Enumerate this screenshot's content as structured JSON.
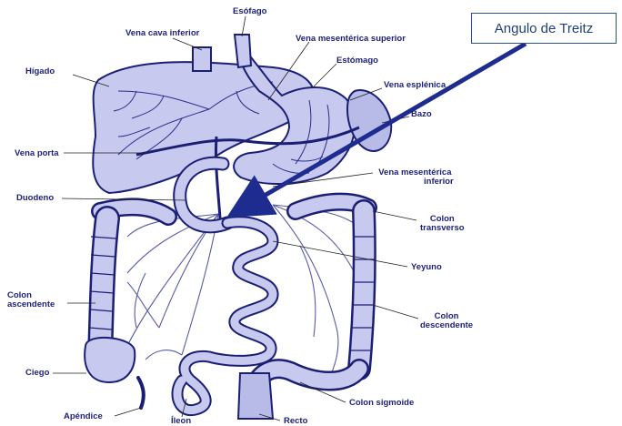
{
  "diagram": {
    "labels": {
      "esofago": "Esófago",
      "vena_cava_inferior": "Vena cava inferior",
      "vena_mesenterica_superior": "Vena mesentérica superior",
      "higado": "Hígado",
      "estomago": "Estómago",
      "vena_esplenica": "Vena esplénica",
      "bazo": "Bazo",
      "vena_porta": "Vena porta",
      "vena_mesenterica_inferior_1": "Vena mesentérica",
      "vena_mesenterica_inferior_2": "inferior",
      "duodeno": "Duodeno",
      "colon_transverso_1": "Colon",
      "colon_transverso_2": "transverso",
      "yeyuno": "Yeyuno",
      "colon_ascendente_1": "Colon",
      "colon_ascendente_2": "ascendente",
      "colon_descendente_1": "Colon",
      "colon_descendente_2": "descendente",
      "ciego": "Ciego",
      "colon_sigmoide": "Colon sigmoide",
      "apendice": "Apéndice",
      "ileon": "Íleon",
      "recto": "Recto"
    },
    "callout": {
      "text": "Angulo de Treitz",
      "arrow_color": "#1f2c8f"
    },
    "colors": {
      "organ_fill": "#c7c9ee",
      "organ_stroke": "#1b1f74",
      "label_color": "#1c1f7a"
    }
  }
}
